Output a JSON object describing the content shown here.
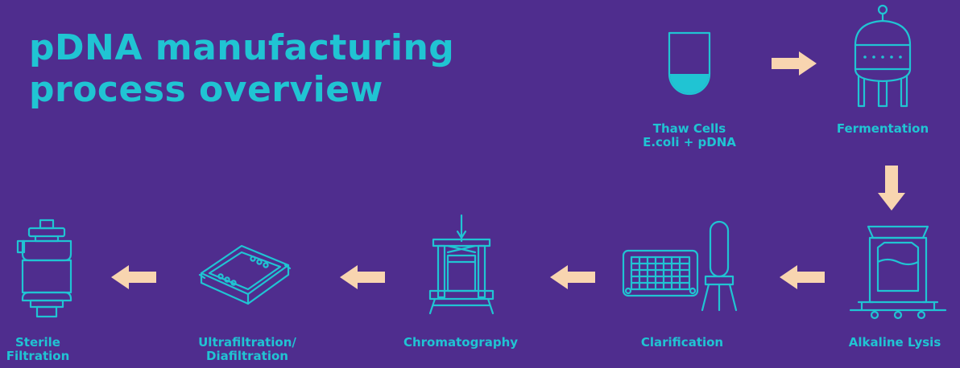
{
  "title": {
    "line1": "pDNA manufacturing",
    "line2": "process overview"
  },
  "colors": {
    "background": "#4f2d8e",
    "accent": "#20c4d3",
    "arrow": "#f8d5b0"
  },
  "steps": [
    {
      "icon": "test-tube-icon",
      "line1": "Thaw Cells",
      "line2": "E.coli + pDNA"
    },
    {
      "icon": "fermenter-tank-icon",
      "line1": "Fermentation",
      "line2": ""
    },
    {
      "icon": "lysis-vessel-icon",
      "line1": "Alkaline Lysis",
      "line2": ""
    },
    {
      "icon": "clarification-filter-icon",
      "line1": "Clarification",
      "line2": ""
    },
    {
      "icon": "chromatography-column-icon",
      "line1": "Chromatography",
      "line2": ""
    },
    {
      "icon": "cassette-filter-icon",
      "line1": "Ultrafiltration/",
      "line2": "Diafiltration"
    },
    {
      "icon": "capsule-filter-icon",
      "line1": "Sterile",
      "line2": "Filtration"
    }
  ]
}
